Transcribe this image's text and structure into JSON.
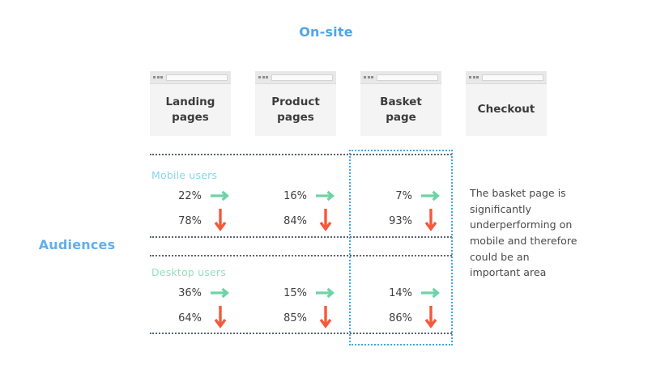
{
  "header": {
    "onsite_title": "On-site",
    "audiences_title": "Audiences"
  },
  "columns": [
    {
      "id": "landing-pages",
      "label": "Landing\npages",
      "icon": "browser-window-icon"
    },
    {
      "id": "product-pages",
      "label": "Product\npages",
      "icon": "browser-window-icon"
    },
    {
      "id": "basket-page",
      "label": "Basket\npage",
      "icon": "browser-window-icon"
    },
    {
      "id": "checkout",
      "label": "Checkout",
      "icon": "browser-window-icon"
    }
  ],
  "audiences": [
    {
      "id": "mobile-users",
      "label": "Mobile users",
      "color": "#8ad5ea",
      "continue": {
        "label_color": "#6ed3a5",
        "values": [
          "22%",
          "16%",
          "7%"
        ]
      },
      "dropoff": {
        "label_color": "#f4593c",
        "values": [
          "78%",
          "84%",
          "93%"
        ]
      }
    },
    {
      "id": "desktop-users",
      "label": "Desktop users",
      "color": "#90e2bf",
      "continue": {
        "label_color": "#6ed3a5",
        "values": [
          "36%",
          "15%",
          "14%"
        ]
      },
      "dropoff": {
        "label_color": "#f4593c",
        "values": [
          "64%",
          "85%",
          "86%"
        ]
      }
    }
  ],
  "annotation": {
    "text": "The basket page is significantly underperforming on mobile and therefore could be an important area"
  },
  "highlight": {
    "target_column": "basket-page",
    "color": "#41a7e0"
  },
  "colors": {
    "title_blue": "#4da6e8",
    "audiences_blue": "#62aeec",
    "arrow_green": "#6ed3a5",
    "arrow_red": "#f4593c",
    "separator": "#5b6370",
    "card_bg": "#f4f4f4"
  },
  "chart_data": {
    "type": "table",
    "title": "On-site",
    "xlabel": "On-site",
    "ylabel": "Audiences",
    "categories": [
      "Landing pages",
      "Product pages",
      "Basket page"
    ],
    "series": [
      {
        "name": "Mobile users — continue",
        "values": [
          22,
          16,
          7
        ]
      },
      {
        "name": "Mobile users — drop off",
        "values": [
          78,
          84,
          93
        ]
      },
      {
        "name": "Desktop users — continue",
        "values": [
          36,
          15,
          14
        ]
      },
      {
        "name": "Desktop users — drop off",
        "values": [
          64,
          85,
          86
        ]
      }
    ],
    "units": "%",
    "annotations": [
      "The basket page is significantly underperforming on mobile and therefore could be an important area"
    ]
  }
}
